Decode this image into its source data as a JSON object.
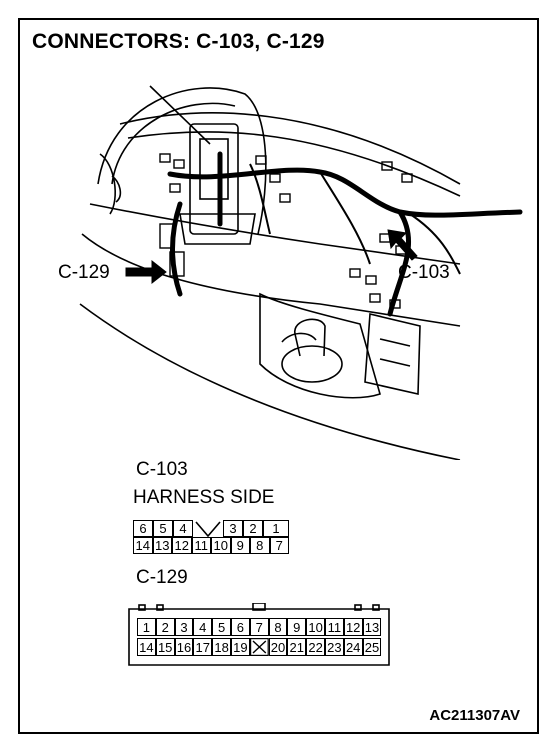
{
  "title": "CONNECTORS: C-103, C-129",
  "illustration": {
    "callout_left": "C-129",
    "callout_right": "C-103"
  },
  "c103": {
    "name": "C-103",
    "side": "HARNESS SIDE",
    "row1": [
      "6",
      "5",
      "4",
      "",
      "3",
      "2",
      "1"
    ],
    "row2": [
      "14",
      "13",
      "12",
      "11",
      "10",
      "9",
      "8",
      "7"
    ]
  },
  "c129": {
    "name": "C-129",
    "row1": [
      "1",
      "2",
      "3",
      "4",
      "5",
      "6",
      "7",
      "8",
      "9",
      "10",
      "11",
      "12",
      "13"
    ],
    "row2": [
      "14",
      "15",
      "16",
      "17",
      "18",
      "19",
      "",
      "20",
      "21",
      "22",
      "23",
      "24",
      "25"
    ]
  },
  "figure_code": "AC211307AV"
}
